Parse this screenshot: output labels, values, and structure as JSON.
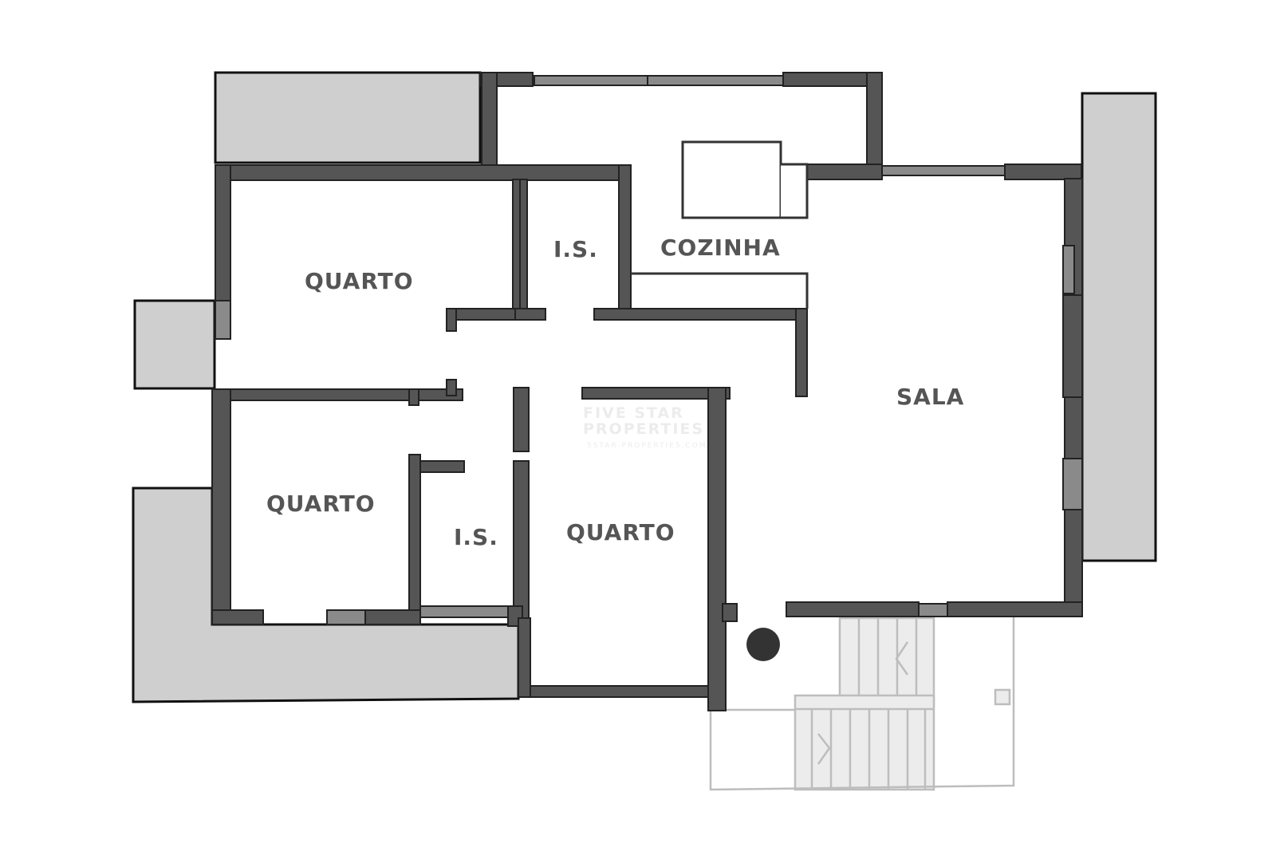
{
  "plan": {
    "rooms": {
      "quarto_top_left": "QUARTO",
      "is_top": "I.S.",
      "cozinha": "COZINHA",
      "sala": "SALA",
      "quarto_bottom_left": "QUARTO",
      "is_bottom": "I.S.",
      "quarto_bottom_middle": "QUARTO"
    },
    "watermark": {
      "line1": "FIVE STAR",
      "line2": "PROPERTIES",
      "line3": "5STAR-PROPERTIES.COM"
    }
  },
  "colors": {
    "wall": "#555555",
    "wall_outline": "#222222",
    "balcony": "#cfcfcf",
    "room_label": "#555555",
    "marker": "#333333",
    "stair": "#bdbdbd"
  }
}
